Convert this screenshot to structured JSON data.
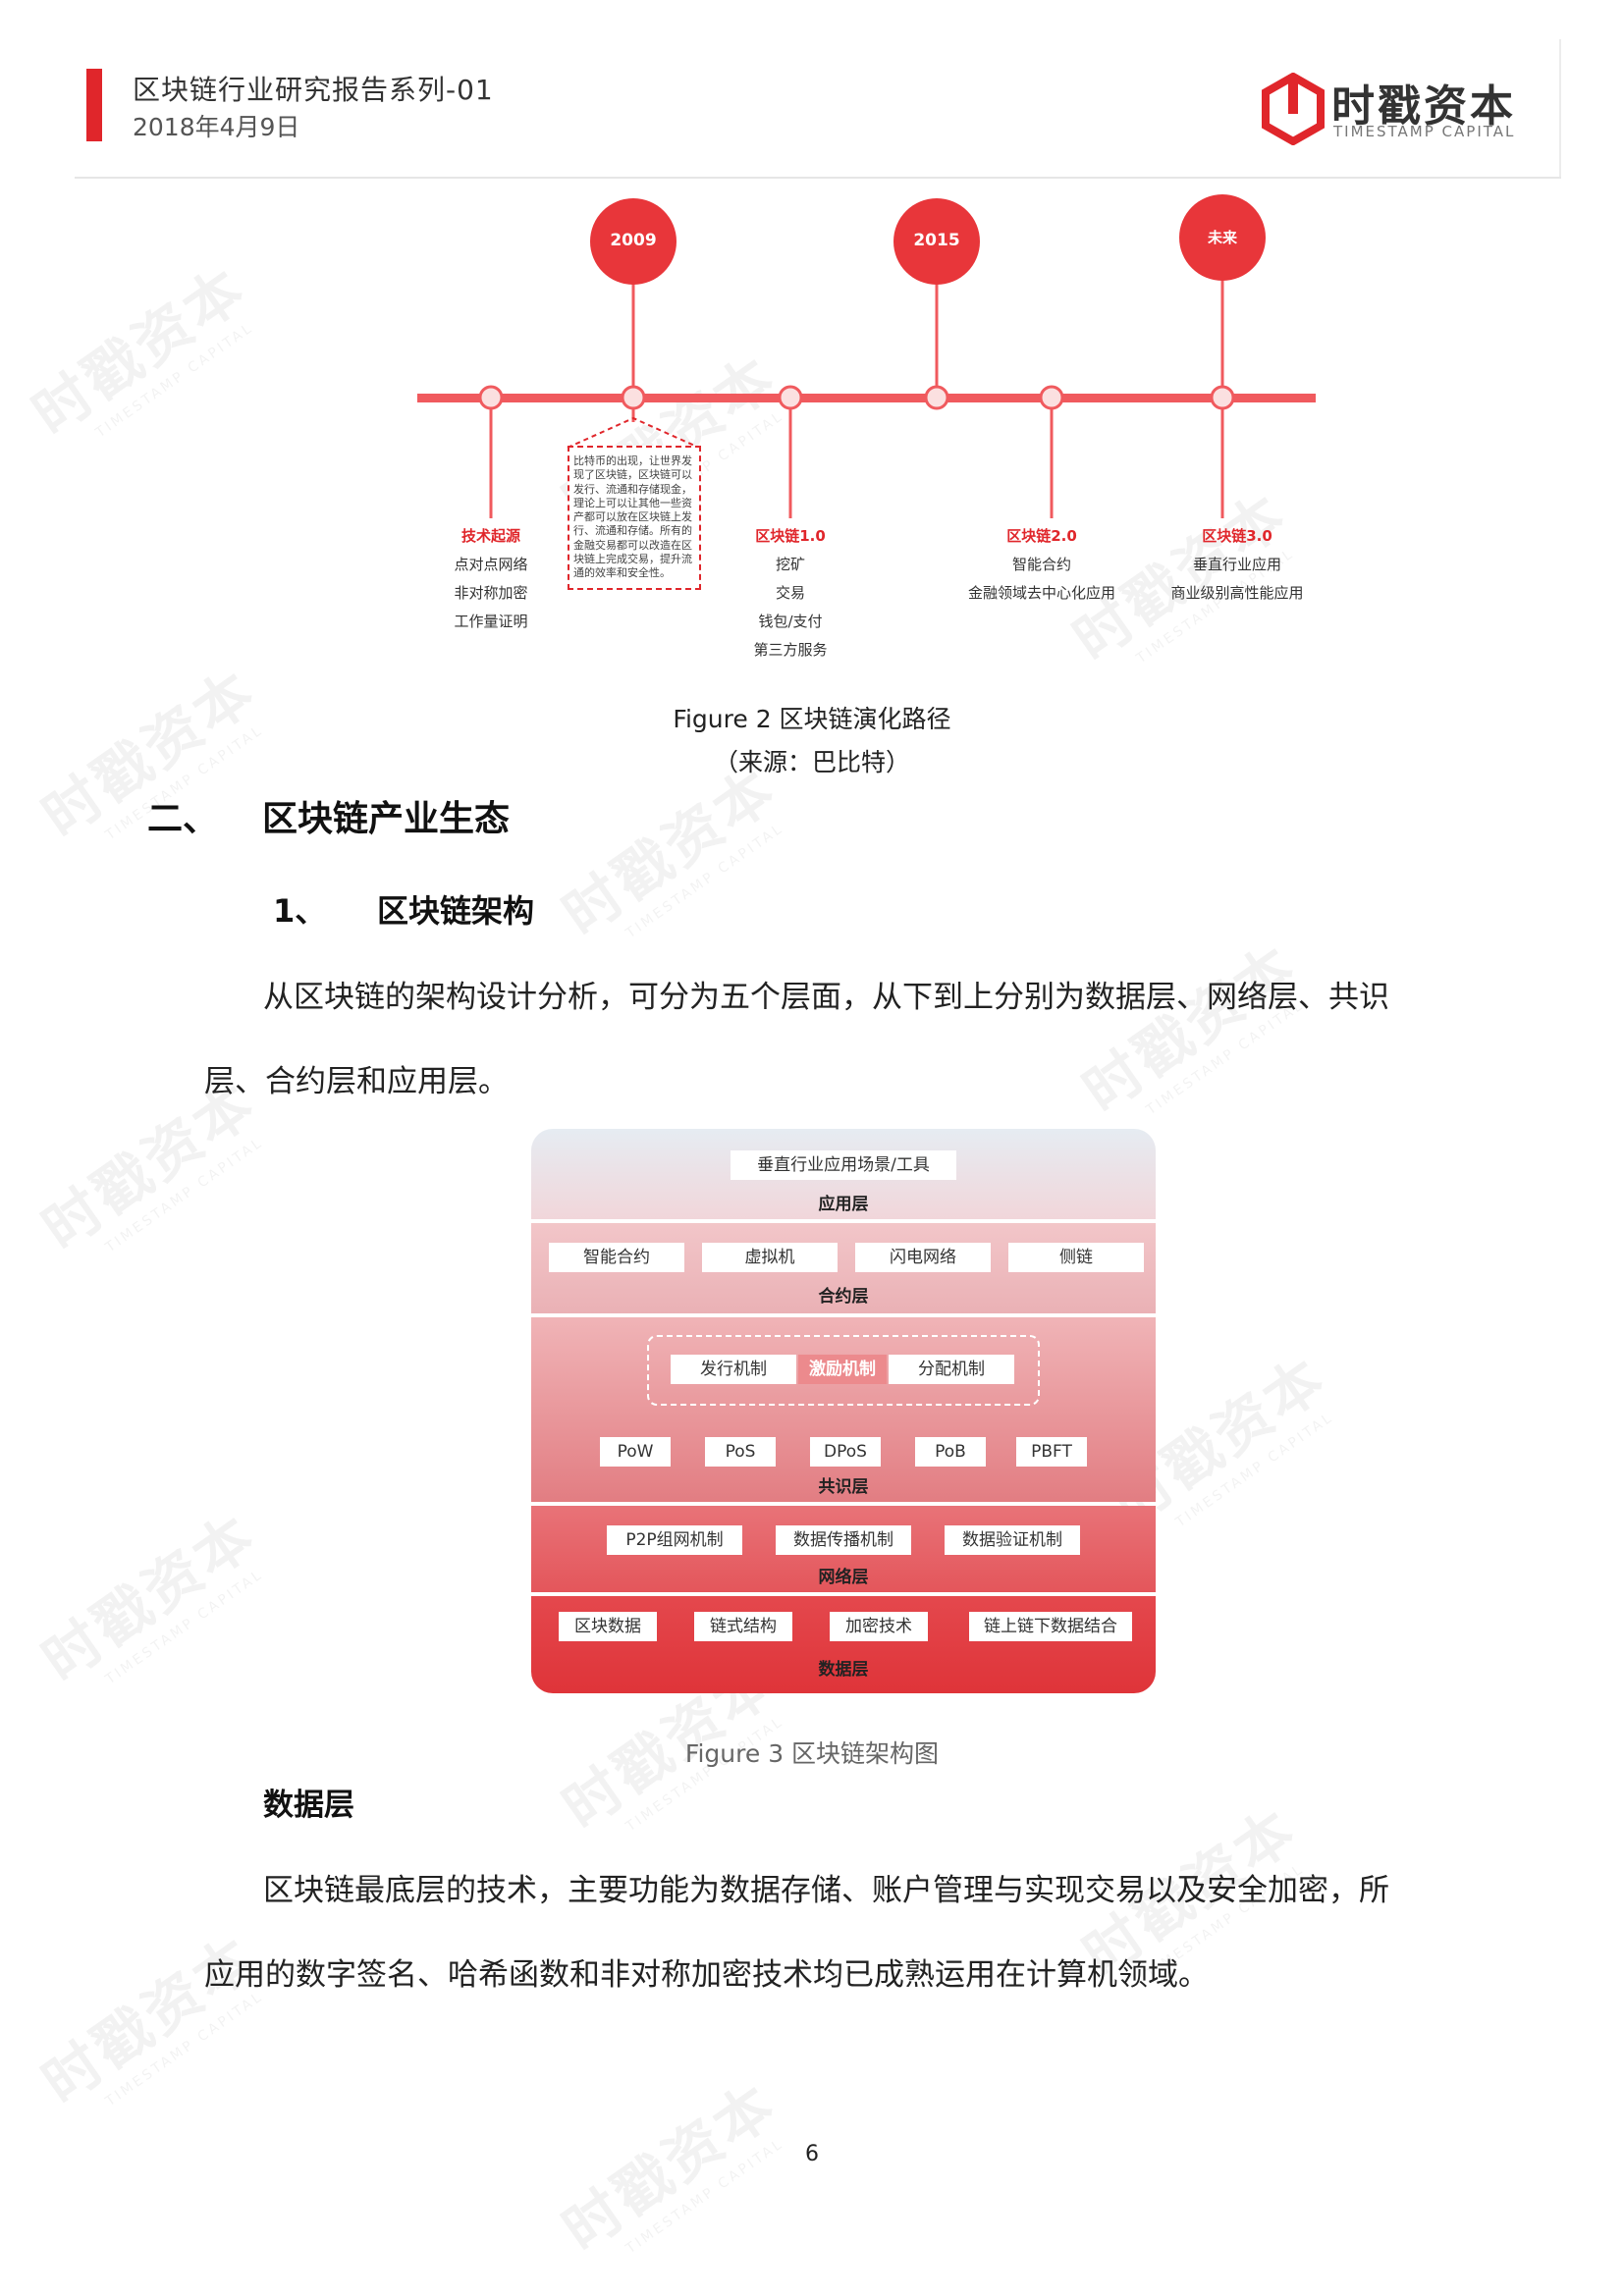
{
  "header": {
    "title": "区块链行业研究报告系列-01",
    "date": "2018年4月9日",
    "logo_name": "时戳资本",
    "logo_sub": "TIMESTAMP CAPITAL"
  },
  "watermark": {
    "text": "时戳资本",
    "sub": "TIMESTAMP CAPITAL"
  },
  "timeline": {
    "milestones": [
      "2009",
      "2015",
      "未来"
    ],
    "stages": [
      {
        "title": "技术起源",
        "items": [
          "点对点网络",
          "非对称加密",
          "工作量证明"
        ]
      },
      {
        "title": "区块链1.0",
        "items": [
          "挖矿",
          "交易",
          "钱包/支付",
          "第三方服务"
        ]
      },
      {
        "title": "区块链2.0",
        "items": [
          "智能合约",
          "金融领域去中心化应用"
        ]
      },
      {
        "title": "区块链3.0",
        "items": [
          "垂直行业应用",
          "商业级别高性能应用"
        ]
      }
    ],
    "description": "比特币的出现，让世界发现了区块链，区块链可以发行、流通和存储现金，理论上可以让其他一些资产都可以放在区块链上发行、流通和存储。所有的金融交易都可以改造在区块链上完成交易，提升流通的效率和安全性。"
  },
  "figure2": {
    "caption": "Figure 2 区块链演化路径",
    "source": "（来源：巴比特）"
  },
  "section2": {
    "number": "二、",
    "title": "区块链产业生态"
  },
  "subsection1": {
    "number": "1、",
    "title": "区块链架构"
  },
  "paragraph1": {
    "line1": "从区块链的架构设计分析，可分为五个层面，从下到上分别为数据层、网络层、共识",
    "line2": "层、合约层和应用层。"
  },
  "architecture": {
    "application": {
      "name": "应用层",
      "items": [
        "垂直行业应用场景/工具"
      ]
    },
    "contract": {
      "name": "合约层",
      "items": [
        "智能合约",
        "虚拟机",
        "闪电网络",
        "侧链"
      ]
    },
    "consensus": {
      "name": "共识层",
      "incentive": [
        "发行机制",
        "激励机制",
        "分配机制"
      ],
      "items": [
        "PoW",
        "PoS",
        "DPoS",
        "PoB",
        "PBFT"
      ]
    },
    "network": {
      "name": "网络层",
      "items": [
        "P2P组网机制",
        "数据传播机制",
        "数据验证机制"
      ]
    },
    "data": {
      "name": "数据层",
      "items": [
        "区块数据",
        "链式结构",
        "加密技术",
        "链上链下数据结合"
      ]
    }
  },
  "figure3": {
    "caption": "Figure 3 区块链架构图"
  },
  "data_layer": {
    "heading": "数据层",
    "line1": "区块链最底层的技术，主要功能为数据存储、账户管理与实现交易以及安全加密，所",
    "line2": "应用的数字签名、哈希函数和非对称加密技术均已成熟运用在计算机领域。"
  },
  "page_number": "6",
  "colors": {
    "accent": "#e0262b",
    "timeline": "#f05a5e"
  }
}
